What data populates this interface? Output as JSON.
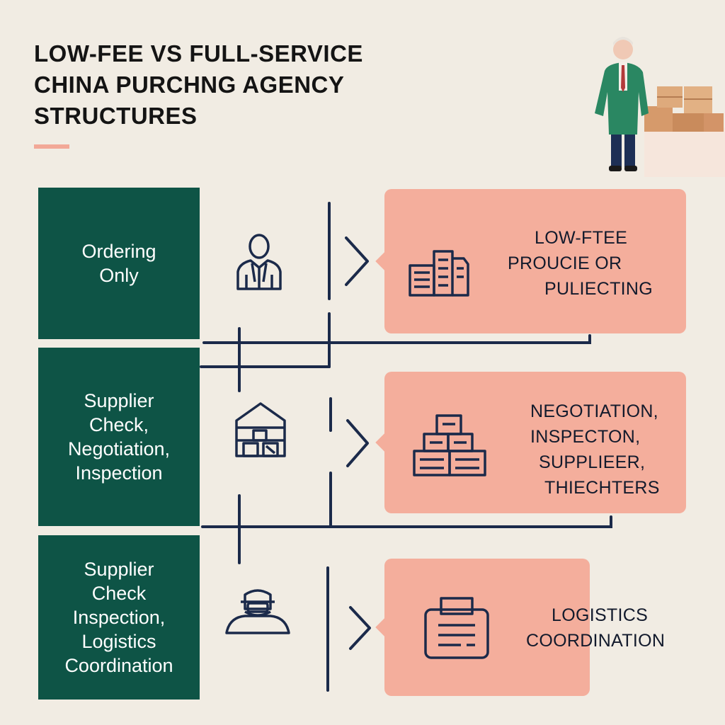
{
  "title": {
    "lines": [
      "LOW-FEE VS FULL-SERVICE",
      "CHINA PURCHNG AGENCY",
      "STRUCTURES"
    ]
  },
  "tiers": [
    {
      "service": {
        "lines": [
          "Ordering",
          "Only"
        ]
      },
      "outcome": {
        "lines": [
          "LOW-FTEE",
          "PROUCIE OR",
          "PULIECTING"
        ]
      },
      "service_icon": "person-icon",
      "outcome_icon": "buildings-icon"
    },
    {
      "service": {
        "lines": [
          "Supplier",
          "Check,",
          "Negotiation,",
          "Inspection"
        ]
      },
      "outcome": {
        "lines": [
          "NEGOTIATION,",
          "INSPECTON,",
          "SUPPLIEER,",
          "THIECHTERS"
        ]
      },
      "service_icon": "warehouse-icon",
      "outcome_icon": "stacked-boxes-icon"
    },
    {
      "service": {
        "lines": [
          "Supplier",
          "Check",
          "Inspection,",
          "Logistics",
          "Coordination"
        ]
      },
      "outcome": {
        "lines": [
          "LOGISTICS",
          "COORDINATION"
        ]
      },
      "service_icon": "inspector-icon",
      "outcome_icon": "document-icon"
    }
  ],
  "colors": {
    "background": "#f1ece3",
    "service_panel": "#0e5446",
    "outcome_panel": "#f4ae9c",
    "line": "#1b2a4a",
    "accent": "#f2a897"
  }
}
